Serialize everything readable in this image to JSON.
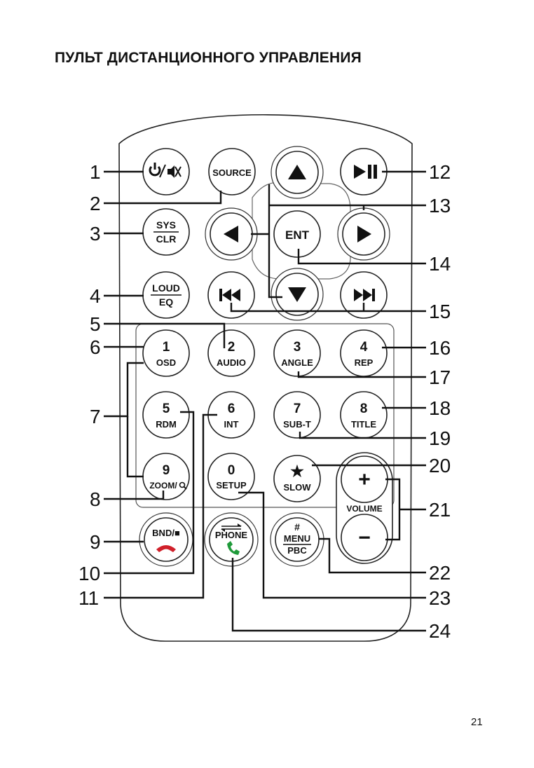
{
  "title": "ПУЛЬТ ДИСТАНЦИОННОГО УПРАВЛЕНИЯ",
  "page_number": "21",
  "colors": {
    "ink": "#111111",
    "hangup_red": "#d0202a",
    "answer_green": "#1f9a3a"
  },
  "buttons": {
    "power_mute": {
      "icon": "power-mute-icon"
    },
    "source": {
      "label": "SOURCE"
    },
    "sys_clr": {
      "top": "SYS",
      "bottom": "CLR"
    },
    "loud_eq": {
      "top": "LOUD",
      "bottom": "EQ"
    },
    "up": {
      "icon": "triangle-up-icon"
    },
    "left": {
      "icon": "triangle-left-icon"
    },
    "ent": {
      "label": "ENT"
    },
    "right": {
      "icon": "triangle-right-icon"
    },
    "down": {
      "icon": "triangle-down-icon"
    },
    "play_pause": {
      "icon": "play-pause-icon"
    },
    "prev": {
      "icon": "skip-previous-icon"
    },
    "next": {
      "icon": "skip-next-icon"
    },
    "key1": {
      "num": "1",
      "label": "OSD"
    },
    "key2": {
      "num": "2",
      "label": "AUDIO"
    },
    "key3": {
      "num": "3",
      "label": "ANGLE"
    },
    "key4": {
      "num": "4",
      "label": "REP"
    },
    "key5": {
      "num": "5",
      "label": "RDM"
    },
    "key6": {
      "num": "6",
      "label": "INT"
    },
    "key7": {
      "num": "7",
      "label": "SUB-T"
    },
    "key8": {
      "num": "8",
      "label": "TITLE"
    },
    "key9": {
      "num": "9",
      "label": "ZOOM/"
    },
    "key0": {
      "num": "0",
      "label": "SETUP"
    },
    "slow": {
      "num": "★",
      "label": "SLOW"
    },
    "volume": {
      "plus": "+",
      "label": "VOLUME",
      "minus": "−"
    },
    "bnd": {
      "label": "BND/■"
    },
    "phone": {
      "label": "PHONE"
    },
    "menu_pbc": {
      "hash": "#",
      "top": "MENU",
      "bottom": "PBC"
    }
  },
  "callouts": [
    "1",
    "2",
    "3",
    "4",
    "5",
    "6",
    "7",
    "8",
    "9",
    "10",
    "11",
    "12",
    "13",
    "14",
    "15",
    "16",
    "17",
    "18",
    "19",
    "20",
    "21",
    "22",
    "23",
    "24"
  ]
}
